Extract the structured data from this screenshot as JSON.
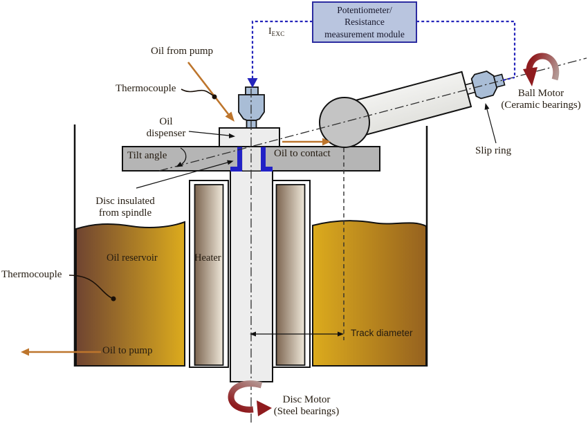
{
  "labels": {
    "potentiometer_module": "Potentiometer/\nResistance\nmeasurement module",
    "i_exc": {
      "base": "I",
      "sub": "EXC"
    },
    "oil_from_pump": "Oil from pump",
    "thermocouple_top": "Thermocouple",
    "oil_dispenser": "Oil\ndispenser",
    "tilt_angle": "Tilt angle",
    "oil_to_contact": "Oil to contact",
    "disc_insulated": "Disc insulated\nfrom spindle",
    "oil_reservoir": "Oil reservoir",
    "heater": "Heater",
    "thermocouple_left": "Thermocouple",
    "oil_to_pump": "Oil to pump",
    "track_diameter": "Track diameter",
    "slip_ring": "Slip ring",
    "ball_motor": "Ball Motor\n(Ceramic bearings)",
    "disc_motor": "Disc Motor\n(Steel bearings)"
  },
  "colors": {
    "module_box_fill": "#b9c5df",
    "module_box_border": "#2b2ba0",
    "wire_blue": "#2424bb",
    "insulation_blue": "#2121c6",
    "component_blue_gray": "#a9bdd6",
    "disc_gray": "#b5b5b5",
    "spindle_light_gray": "#ededed",
    "ball_gray": "#c4c4c4",
    "oil_dark_brown": "#6f4431",
    "oil_gold": "#dcab1d",
    "oil_amber": "#96621f",
    "heater_dark_tan": "#7c6550",
    "heater_light_tan": "#efe8da",
    "arrow_orange": "#bd752c",
    "rotation_dark_red": "#8f1b1e",
    "rotation_pink_gray": "#b49a96",
    "text": "#241b10"
  }
}
